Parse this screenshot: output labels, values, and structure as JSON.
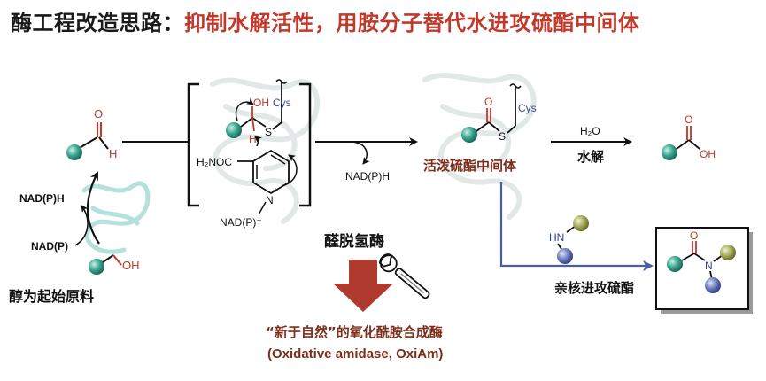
{
  "title": {
    "prefix": "酶工程改造思路：",
    "highlight": "抑制水解活性，用胺分子替代水进攻硫酯中间体"
  },
  "labels": {
    "alcohol_start": "醇为起始原料",
    "nadph_left": "NAD(P)H",
    "nadp_left": "NAD(P)",
    "aldehyde_h": "H",
    "aldehyde_o": "O",
    "alcohol_oh": "OH",
    "hemi_oh": "OH",
    "hemi_h": "H",
    "hemi_s": "S",
    "cys": "Cys",
    "h2noc": "H₂NOC",
    "nadp_plus": "NAD(P)⁺",
    "n_plus": "N",
    "plus_sign": "+",
    "nadph_mid": "NAD(P)H",
    "thioester_o": "O",
    "thioester_s": "S",
    "thioester_cys": "Cys",
    "thioester_label": "活泼硫酯中间体",
    "h2o": "H₂O",
    "hydrolysis": "水解",
    "acid_o": "O",
    "acid_oh": "OH",
    "amine_hn": "HN",
    "amide_o": "O",
    "amide_n": "N",
    "nucleophilic_attack": "亲核进攻硫酯",
    "enzyme": "醛脱氢酶",
    "new_enzyme": "“新于自然”的氧化酰胺合成酶",
    "new_enzyme_en": "(Oxidative amidase, OxiAm)"
  },
  "colors": {
    "title_dark": "#1a1a1a",
    "title_red": "#c0392b",
    "ball_teal": "#3aa891",
    "ball_blue": "#6f7fbf",
    "ball_olive": "#a8ac5c",
    "oxygen_red": "#c0392b",
    "nitrogen_blue": "#2c3e99",
    "cys_blue": "#3a4a9a",
    "arrow_blue": "#4a5ea8",
    "brown_label": "#7b2f1a",
    "down_arrow": "#b03a2e",
    "protein_ghost": "#dfe6e6",
    "protein_cyan": "#a9dcd6"
  },
  "icons": [
    "wrench-icon",
    "down-arrow-icon",
    "protein-ribbon-icon"
  ]
}
